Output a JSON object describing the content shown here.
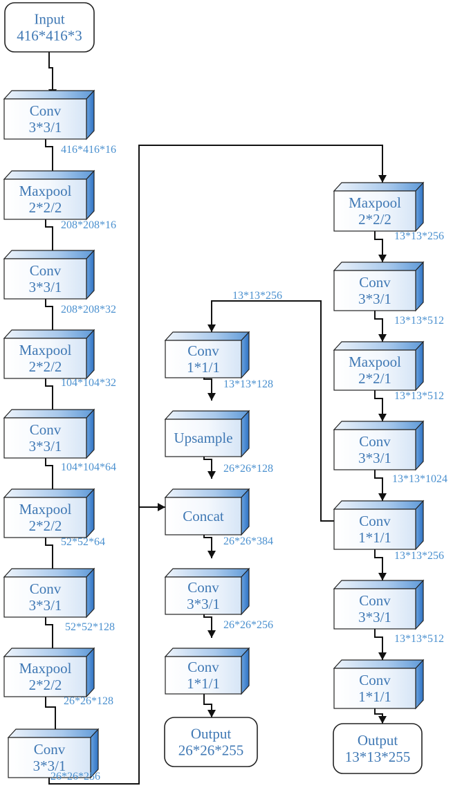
{
  "colors": {
    "label_text": "#3f78b4",
    "dimension_text": "#4a90cf",
    "box_side": "#3b7fcc",
    "box_top": "#bcd6f1",
    "arrow": "#111111"
  },
  "nodes": {
    "input": [
      "Input",
      "416*416*3"
    ],
    "b1": [
      "Conv",
      "3*3/1"
    ],
    "b2": [
      "Maxpool",
      "2*2/2"
    ],
    "b3": [
      "Conv",
      "3*3/1"
    ],
    "b4": [
      "Maxpool",
      "2*2/2"
    ],
    "b5": [
      "Conv",
      "3*3/1"
    ],
    "b6": [
      "Maxpool",
      "2*2/2"
    ],
    "b7": [
      "Conv",
      "3*3/1"
    ],
    "b8": [
      "Maxpool",
      "2*2/2"
    ],
    "b9": [
      "Conv",
      "3*3/1"
    ],
    "m1": [
      "Conv",
      "1*1/1"
    ],
    "m2": [
      "Upsample"
    ],
    "m3": [
      "Concat"
    ],
    "m4": [
      "Conv",
      "3*3/1"
    ],
    "m5": [
      "Conv",
      "1*1/1"
    ],
    "out_mid": [
      "Output",
      "26*26*255"
    ],
    "r1": [
      "Maxpool",
      "2*2/2"
    ],
    "r2": [
      "Conv",
      "3*3/1"
    ],
    "r3": [
      "Maxpool",
      "2*2/1"
    ],
    "r4": [
      "Conv",
      "3*3/1"
    ],
    "r5": [
      "Conv",
      "1*1/1"
    ],
    "r6": [
      "Conv",
      "3*3/1"
    ],
    "r7": [
      "Conv",
      "1*1/1"
    ],
    "out_right": [
      "Output",
      "13*13*255"
    ]
  },
  "dimensions": {
    "d_l1": "416*416*16",
    "d_l2": "208*208*16",
    "d_l3": "208*208*32",
    "d_l4": "104*104*32",
    "d_l5": "104*104*64",
    "d_l6": "52*52*64",
    "d_l7": "52*52*128",
    "d_l8": "26*26*128",
    "d_l9": "26*26*256",
    "d_m0": "13*13*256",
    "d_m1": "13*13*128",
    "d_m2": "26*26*128",
    "d_m3": "26*26*384",
    "d_m4": "26*26*256",
    "d_r1": "13*13*256",
    "d_r2": "13*13*512",
    "d_r3": "13*13*512",
    "d_r4": "13*13*1024",
    "d_r5": "13*13*256",
    "d_r6": "13*13*512"
  }
}
